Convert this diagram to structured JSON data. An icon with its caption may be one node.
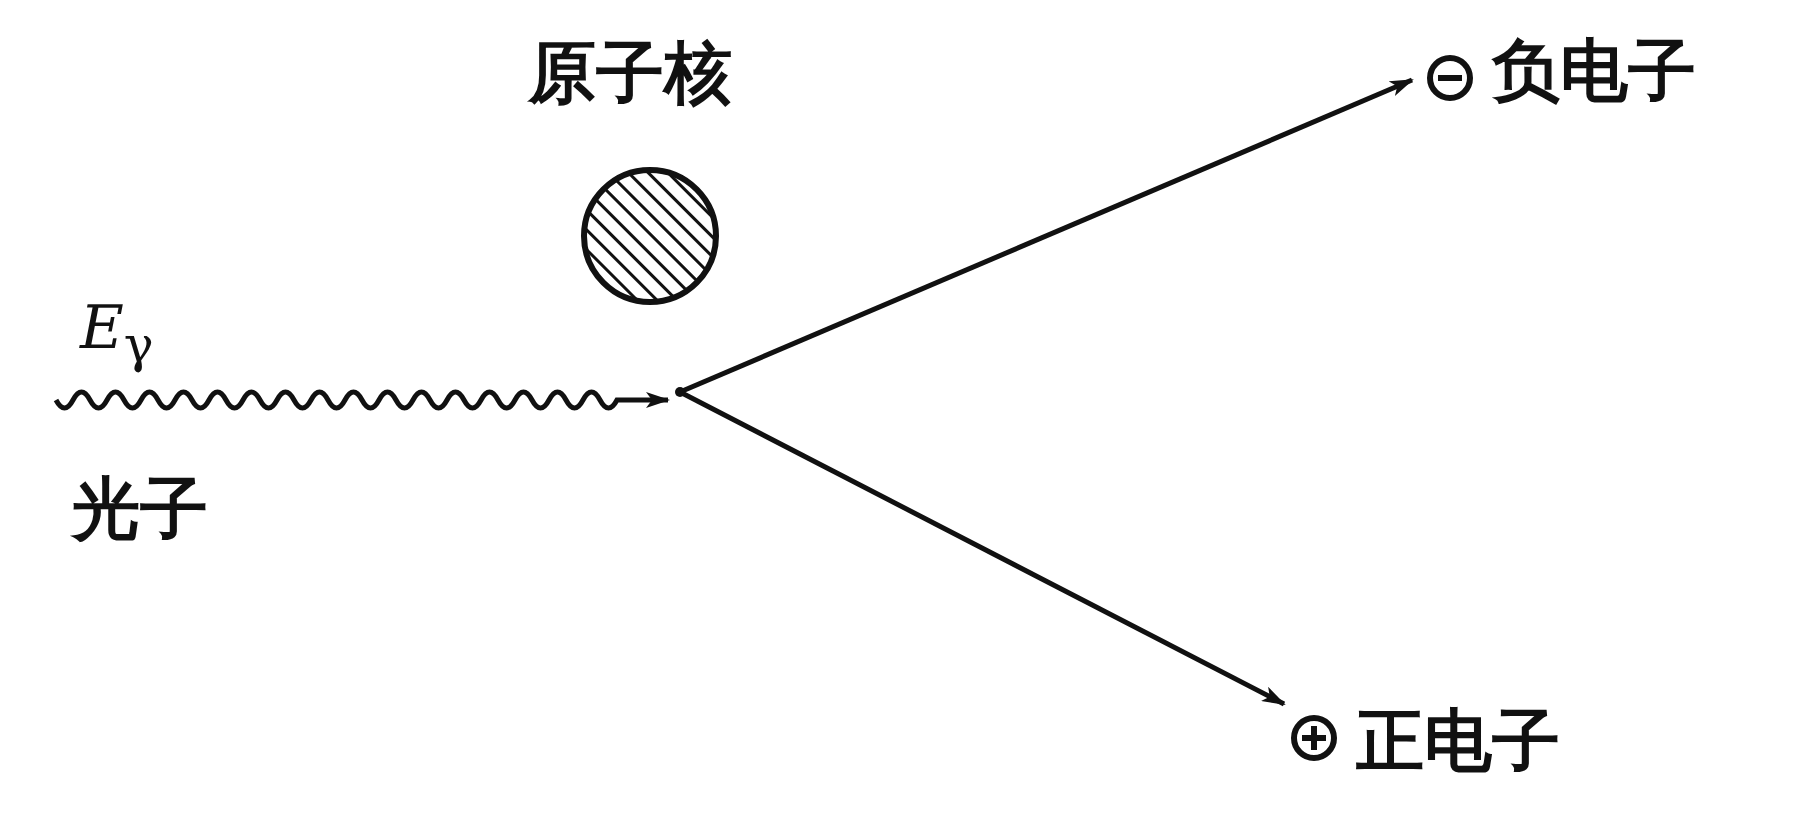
{
  "diagram": {
    "nodes": [
      {
        "text": [
          "原子核"
        ]
      },
      {
        "text": [],
        "shape": "point"
      },
      {
        "text": [
          "负电子"
        ]
      },
      {
        "text": [
          "正电子"
        ]
      }
    ],
    "edges": [
      {
        "from": null,
        "to": 1,
        "arrow": "to",
        "label": "*E*$_{γ}$"
      },
      {
        "from": 1,
        "to": 2,
        "arrow": "to"
      },
      {
        "from": 1,
        "to": 3,
        "arrow": "to"
      }
    ],
    "labels": [
      "光子"
    ]
  }
}
